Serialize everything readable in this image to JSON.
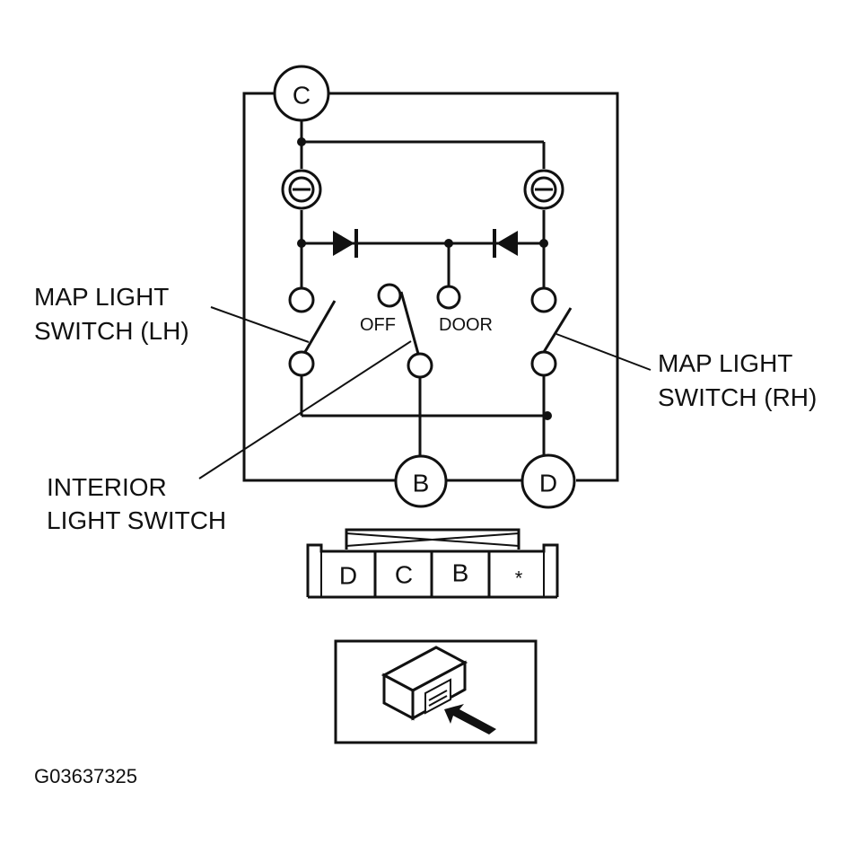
{
  "labels": {
    "map_light_lh": [
      "MAP LIGHT",
      "SWITCH (LH)"
    ],
    "map_light_rh": [
      "MAP LIGHT",
      "SWITCH (RH)"
    ],
    "interior_light_switch": [
      "INTERIOR",
      "LIGHT SWITCH"
    ],
    "off": "OFF",
    "door": "DOOR"
  },
  "terminals": {
    "c": "C",
    "b": "B",
    "d": "D"
  },
  "connector": {
    "cells": [
      "D",
      "C",
      "B",
      "*"
    ]
  },
  "figure_code": "G03637325"
}
